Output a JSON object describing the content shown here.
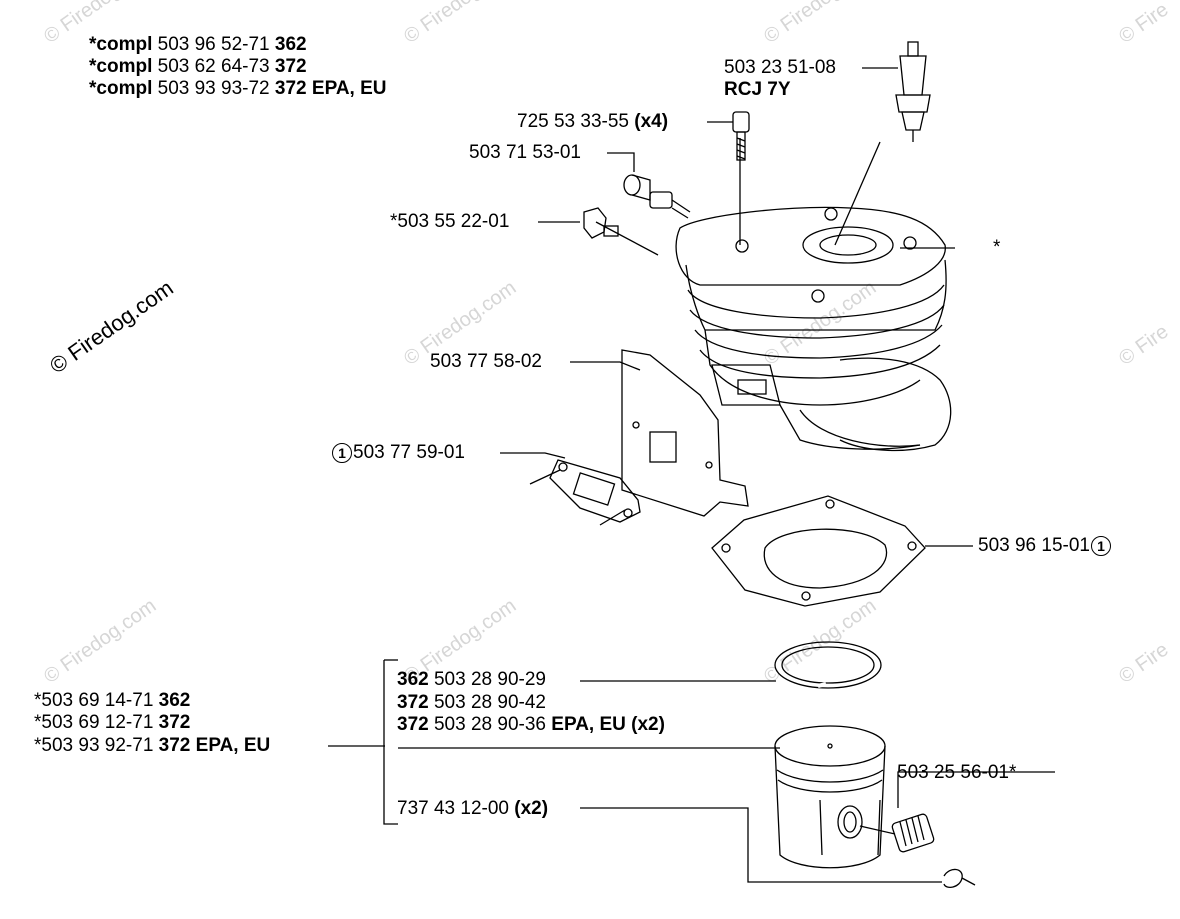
{
  "watermark": {
    "text": "© Firedog.com",
    "text_short": "© Fire"
  },
  "cylinder_assembly": [
    {
      "prefix": "*compl",
      "part": "503 96 52-71",
      "model": "362"
    },
    {
      "prefix": "*compl",
      "part": "503 62 64-73",
      "model": "372"
    },
    {
      "prefix": "*compl",
      "part": "503 93 93-72",
      "model": "372 EPA, EU"
    }
  ],
  "spark_plug": {
    "part": "503 23 51-08",
    "type": "RCJ 7Y"
  },
  "screw": {
    "part": "725 53 33-55",
    "qty": "(x4)"
  },
  "decomp_valve": {
    "part": "503 71 53-01"
  },
  "plug": {
    "part": "*503 55 22-01"
  },
  "cylinder_marker": "*",
  "heat_shield": {
    "part": "503 77 58-02"
  },
  "muffler_gasket": {
    "ref": "1",
    "part": "503 77 59-01"
  },
  "base_gasket": {
    "part": "503 96 15-01",
    "ref": "1"
  },
  "piston_assembly": [
    {
      "part": "*503 69 14-71",
      "model": "362"
    },
    {
      "part": "*503 69 12-71",
      "model": "372"
    },
    {
      "part": "*503 93 92-71",
      "model": "372 EPA, EU"
    }
  ],
  "piston_rings": [
    {
      "model": "362",
      "part": "503 28 90-29",
      "suffix": ""
    },
    {
      "model": "372",
      "part": "503 28 90-42",
      "suffix": ""
    },
    {
      "model": "372",
      "part": "503 28 90-36",
      "suffix": "EPA, EU (x2)"
    }
  ],
  "bearing": {
    "part": "503 25 56-01*"
  },
  "circlip": {
    "part": "737 43 12-00",
    "qty": "(x2)"
  }
}
